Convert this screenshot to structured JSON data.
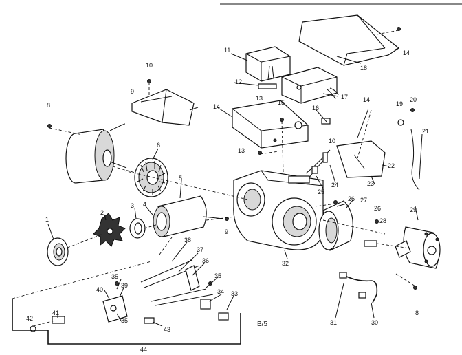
{
  "diagram": {
    "reference_code": "B/5",
    "part_numbers": [
      "1",
      "2",
      "3",
      "4",
      "5",
      "6",
      "8",
      "9",
      "10",
      "11",
      "12",
      "13",
      "14",
      "15",
      "16",
      "17",
      "18",
      "19",
      "20",
      "21",
      "22",
      "23",
      "24",
      "25",
      "26",
      "27",
      "28",
      "29",
      "30",
      "31",
      "32",
      "33",
      "34",
      "35",
      "36",
      "37",
      "38",
      "39",
      "40",
      "41",
      "42",
      "43",
      "44"
    ]
  }
}
